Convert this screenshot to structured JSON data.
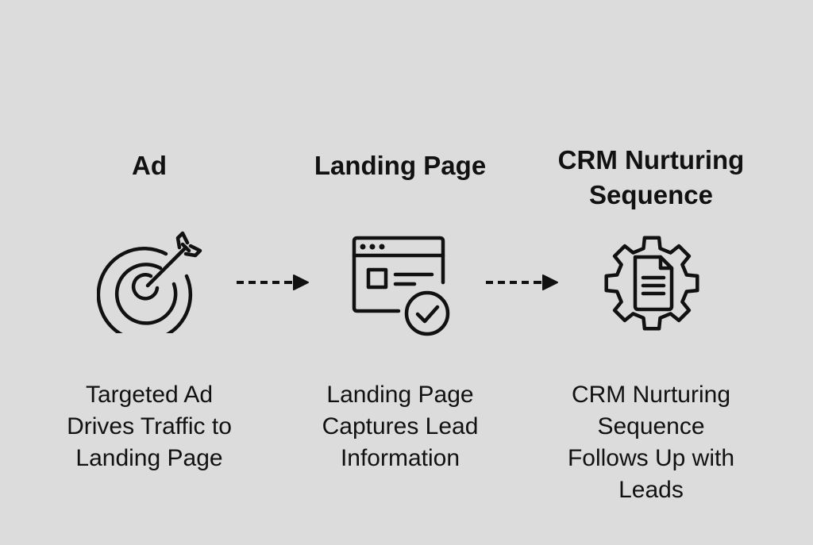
{
  "diagram": {
    "type": "process-flow",
    "stages": [
      {
        "title": "Ad",
        "icon": "target-arrow-icon",
        "description": "Targeted Ad\nDrives Traffic to\nLanding Page"
      },
      {
        "title": "Landing Page",
        "icon": "browser-window-check-icon",
        "description": "Landing Page\nCaptures Lead\nInformation"
      },
      {
        "title": "CRM Nurturing\nSequence",
        "icon": "gear-document-icon",
        "description": "CRM Nurturing\nSequence\nFollows Up with\nLeads"
      }
    ],
    "connectors": [
      {
        "from": "Ad",
        "to": "Landing Page",
        "style": "dashed-arrow"
      },
      {
        "from": "Landing Page",
        "to": "CRM Nurturing Sequence",
        "style": "dashed-arrow"
      }
    ]
  },
  "colors": {
    "background": "#dcdcdc",
    "stroke": "#111111"
  }
}
